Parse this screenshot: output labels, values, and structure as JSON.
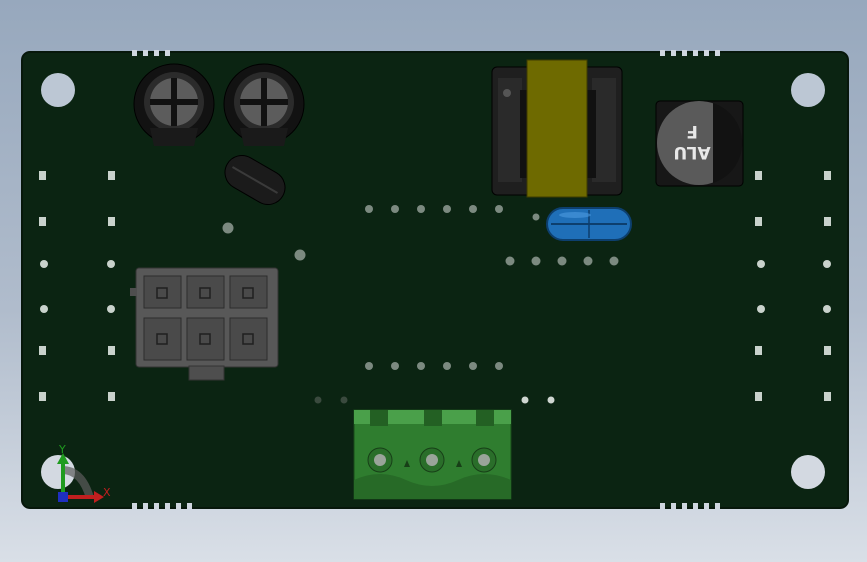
{
  "scene": {
    "colors": {
      "pcb": "#0b2412",
      "pcb_edge": "#07170b",
      "background_top": "#97a8bd",
      "background_bottom": "#d9dfe7",
      "transformer_core": "#1f1f1f",
      "transformer_winding": "#6e6a00",
      "terminal_block": "#2f7d2f",
      "y_capacitor": "#1f6fb8",
      "connector": "#585858"
    },
    "electrolytic_capacitor": {
      "marking_line1": "ALU",
      "marking_line2": "F"
    },
    "axis_triad": {
      "x_label": "X",
      "y_label": "Y"
    }
  }
}
